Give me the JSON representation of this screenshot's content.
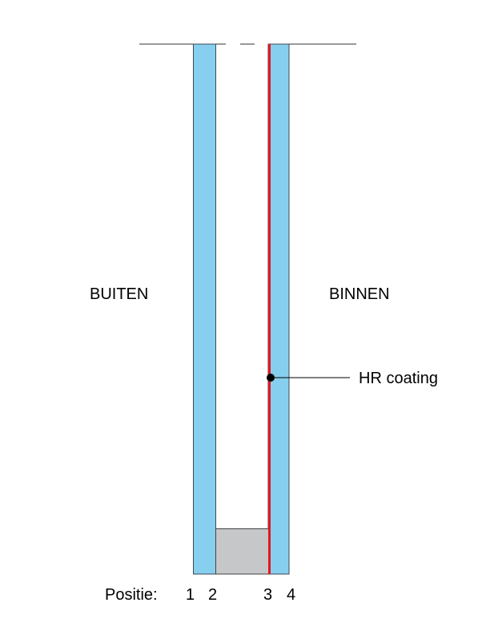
{
  "labels": {
    "outside": "BUITEN",
    "inside": "BINNEN",
    "coating": "HR coating",
    "position_label": "Positie:",
    "positions": [
      "1",
      "2",
      "3",
      "4"
    ]
  },
  "colors": {
    "glass": "#87cfee",
    "coating": "#e3181f",
    "spacer": "#c6c7c8",
    "outline": "#333333"
  }
}
